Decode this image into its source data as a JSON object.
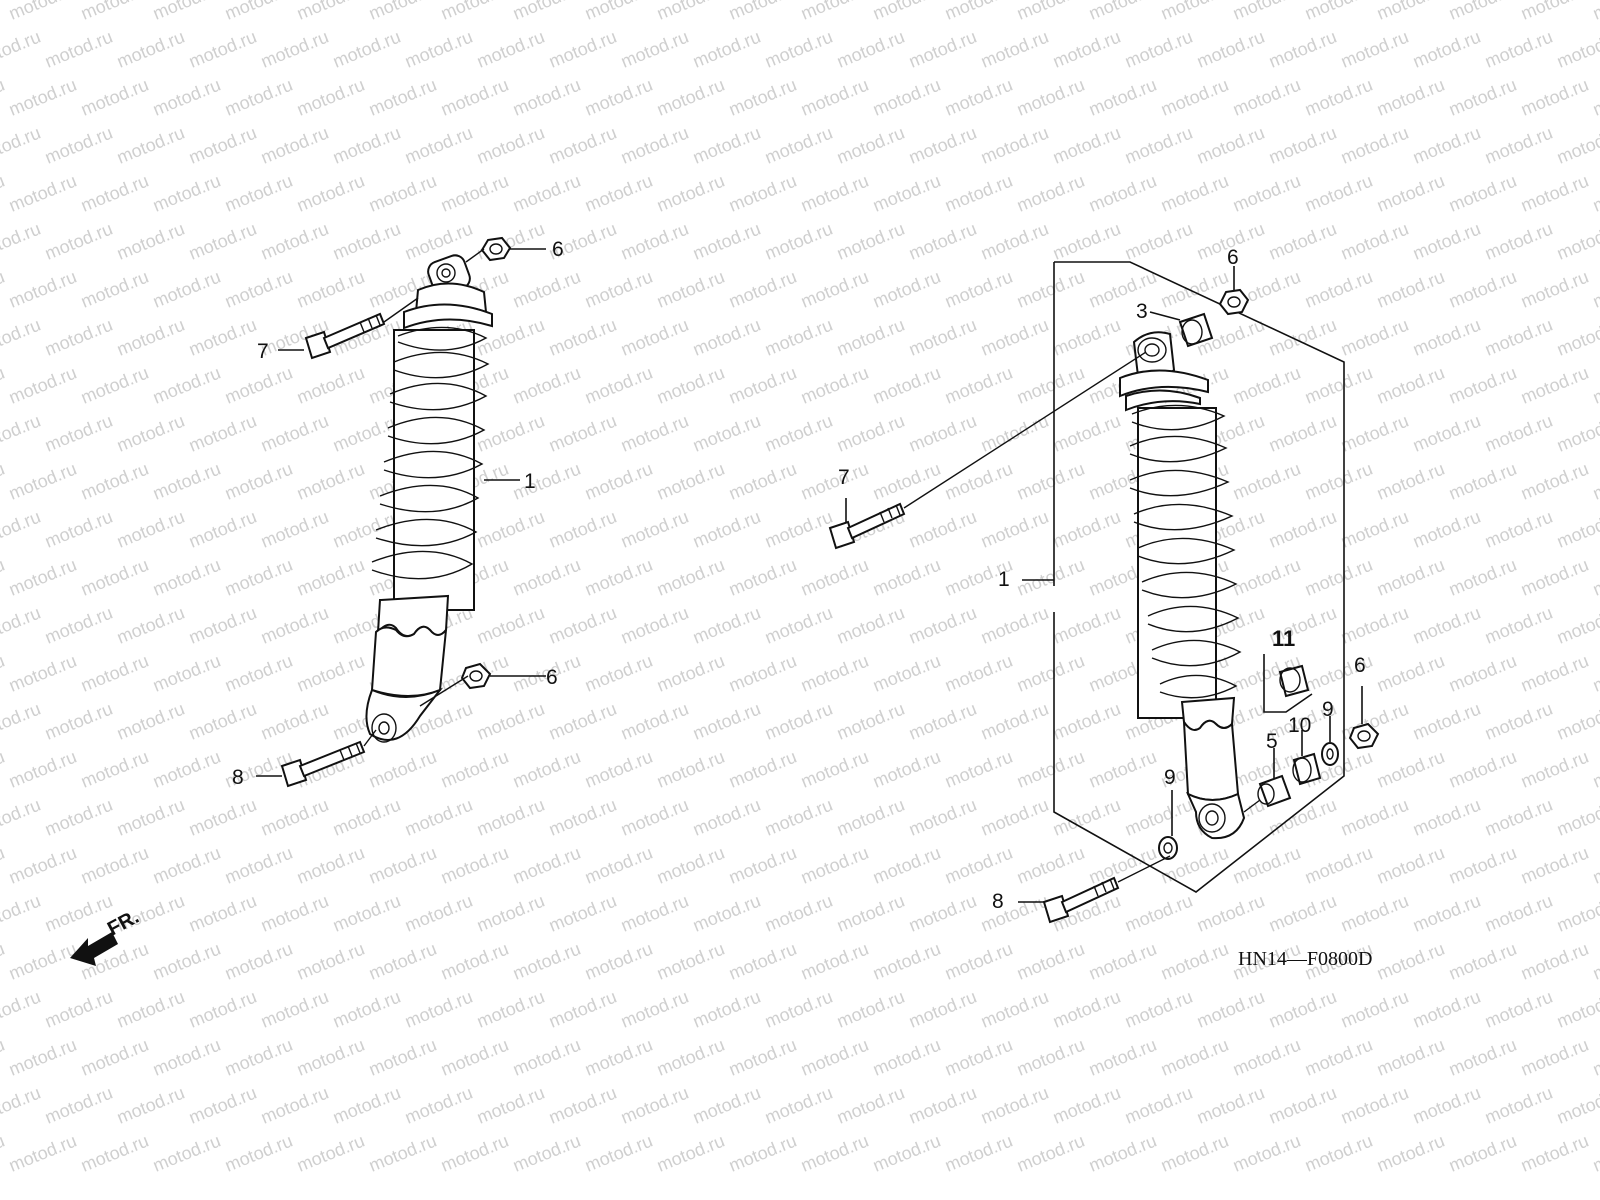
{
  "watermark": {
    "text": "motod.ru"
  },
  "diagram_code": "HN14—F0800D",
  "front_indicator": "FR.",
  "callouts": {
    "left": {
      "c6_top": "6",
      "c7": "7",
      "c1": "1",
      "c6_bottom": "6",
      "c8": "8"
    },
    "right": {
      "c6_top": "6",
      "c3": "3",
      "c7": "7",
      "c1": "1",
      "c11": "11",
      "c6_side": "6",
      "c9_right": "9",
      "c10": "10",
      "c5": "5",
      "c9_left": "9",
      "c8": "8"
    }
  },
  "colors": {
    "line": "#111111",
    "background": "#ffffff",
    "watermark": "#cfcfcf"
  }
}
